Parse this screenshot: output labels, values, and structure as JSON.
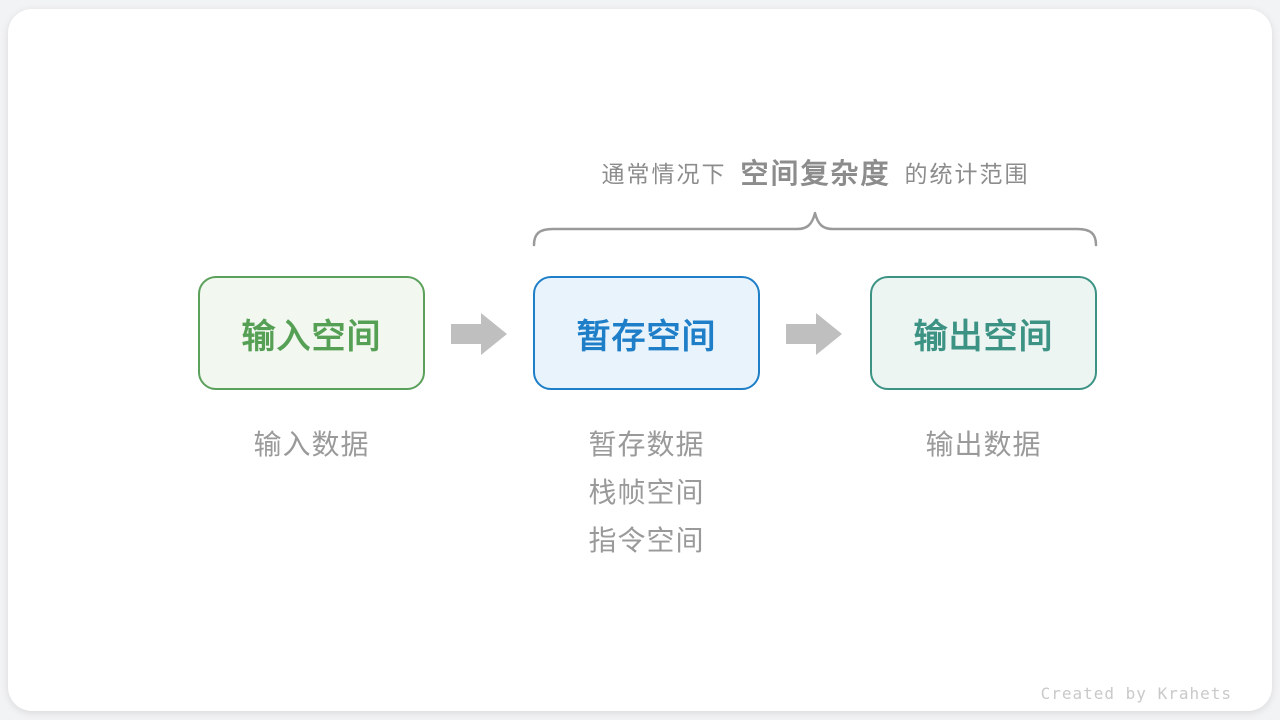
{
  "page": {
    "background_color": "#f2f3f4",
    "card_background_color": "#ffffff"
  },
  "header": {
    "prefix": "通常情况下",
    "highlight": "空间复杂度",
    "suffix": "的统计范围",
    "text_color": "#8c8c8c"
  },
  "brace": {
    "color": "#9a9a9a",
    "spans": "temp-space and output-space boxes"
  },
  "flow": {
    "boxes": [
      {
        "label": "输入空间",
        "border_color": "#5ba05b",
        "fill_color": "#f2f8f0",
        "text_color": "#56a056"
      },
      {
        "label": "暂存空间",
        "border_color": "#1e7fc8",
        "fill_color": "#e8f3fc",
        "text_color": "#1e7fc8"
      },
      {
        "label": "输出空间",
        "border_color": "#3c9384",
        "fill_color": "#edf5f3",
        "text_color": "#3c9384"
      }
    ],
    "arrow_color": "#bfbfbf"
  },
  "notes": {
    "text_color": "#9a9a9a",
    "input": [
      "输入数据"
    ],
    "temp": [
      "暂存数据",
      "栈帧空间",
      "指令空间"
    ],
    "output": [
      "输出数据"
    ]
  },
  "credit": {
    "text": "Created by Krahets",
    "text_color": "#c9c9c9"
  }
}
